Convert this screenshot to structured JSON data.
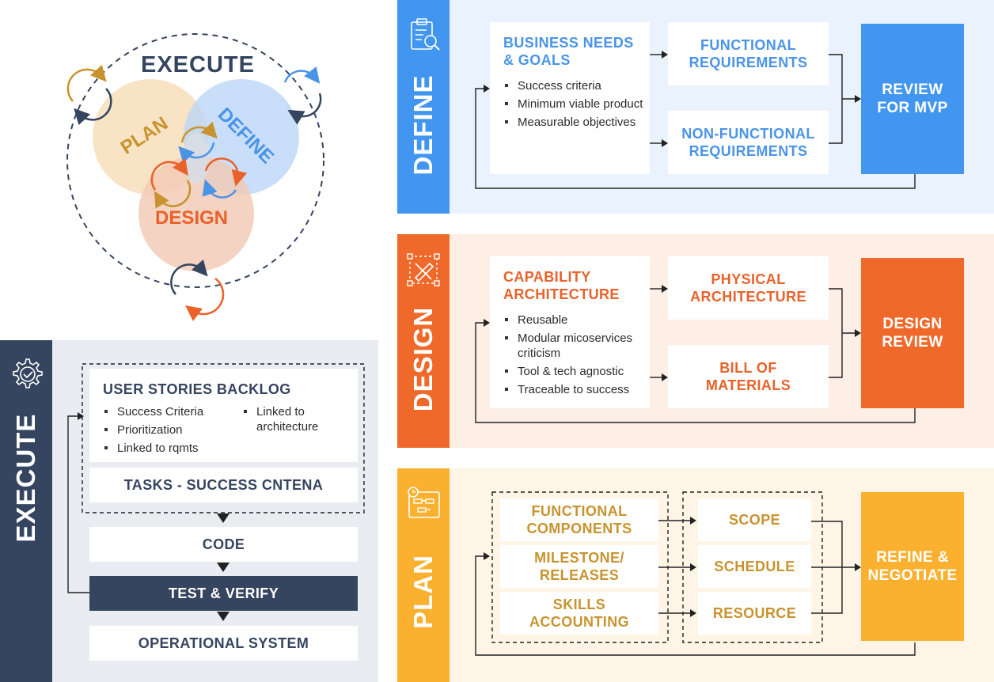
{
  "cycle": {
    "title": "EXECUTE",
    "plan": "PLAN",
    "define": "DEFINE",
    "design": "DESIGN"
  },
  "execute": {
    "label": "EXECUTE",
    "backlog_title": "USER STORIES BACKLOG",
    "backlog_items_left": [
      "Success Criteria",
      "Prioritization",
      "Linked to rqmts"
    ],
    "backlog_items_right": [
      "Linked to architecture"
    ],
    "tasks": "TASKS - SUCCESS CNTENA",
    "code": "CODE",
    "test": "TEST & VERIFY",
    "operational": "OPERATIONAL SYSTEM"
  },
  "define": {
    "label": "DEFINE",
    "main_title": "BUSINESS NEEDS & GOALS",
    "items": [
      "Success criteria",
      "Minimum viable product",
      "Measurable objectives"
    ],
    "functional": "FUNCTIONAL REQUIREMENTS",
    "nonfunctional": "NON-FUNCTIONAL REQUIREMENTS",
    "review": "REVIEW FOR MVP"
  },
  "design": {
    "label": "DESIGN",
    "main_title": "CAPABILITY ARCHITECTURE",
    "items": [
      "Reusable",
      "Modular micoservices criticism",
      "Tool & tech agnostic",
      "Traceable to success"
    ],
    "physical": "PHYSICAL ARCHITECTURE",
    "bom": "BILL OF MATERIALS",
    "review": "DESIGN REVIEW"
  },
  "plan": {
    "label": "PLAN",
    "components": "FUNCTIONAL COMPONENTS",
    "milestones": "MILESTONE/ RELEASES",
    "skills": "SKILLS ACCOUNTING",
    "scope": "SCOPE",
    "schedule": "SCHEDULE",
    "resource": "RESOURCE",
    "review": "REFINE & NEGOTIATE"
  },
  "colors": {
    "navy": "#35445f",
    "blue": "#4296f0",
    "orange": "#ef6a2a",
    "gold": "#fbb12f",
    "plan_text": "#c8932e",
    "design_text": "#e8622a",
    "define_text": "#4a94e8"
  }
}
